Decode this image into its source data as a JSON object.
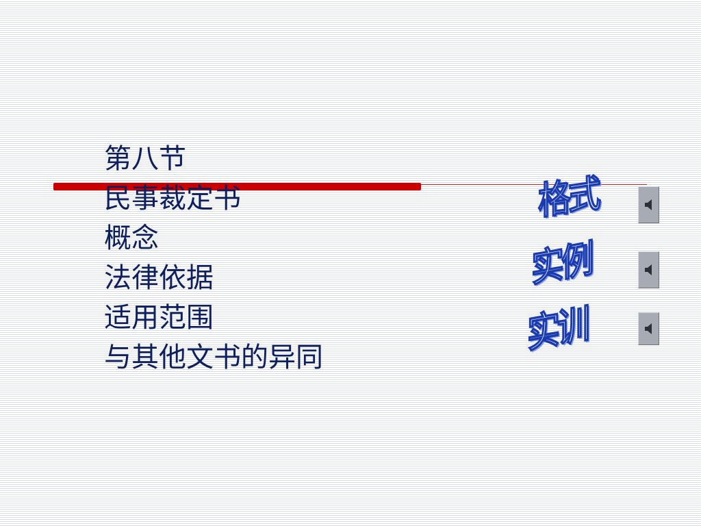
{
  "slide": {
    "lines": [
      "第八节",
      "民事裁定书",
      "概念",
      "法律依据",
      "适用范围",
      "与其他文书的异同"
    ],
    "buttons": [
      {
        "label": "格式",
        "icon": "speaker-icon"
      },
      {
        "label": "实例",
        "icon": "speaker-icon"
      },
      {
        "label": "实训",
        "icon": "speaker-icon"
      }
    ]
  },
  "colors": {
    "text": "#0d1f5c",
    "accent_bar": "#cc0000",
    "wordart_outline": "#1a3bb0",
    "button_gray": "#a6abb4"
  }
}
